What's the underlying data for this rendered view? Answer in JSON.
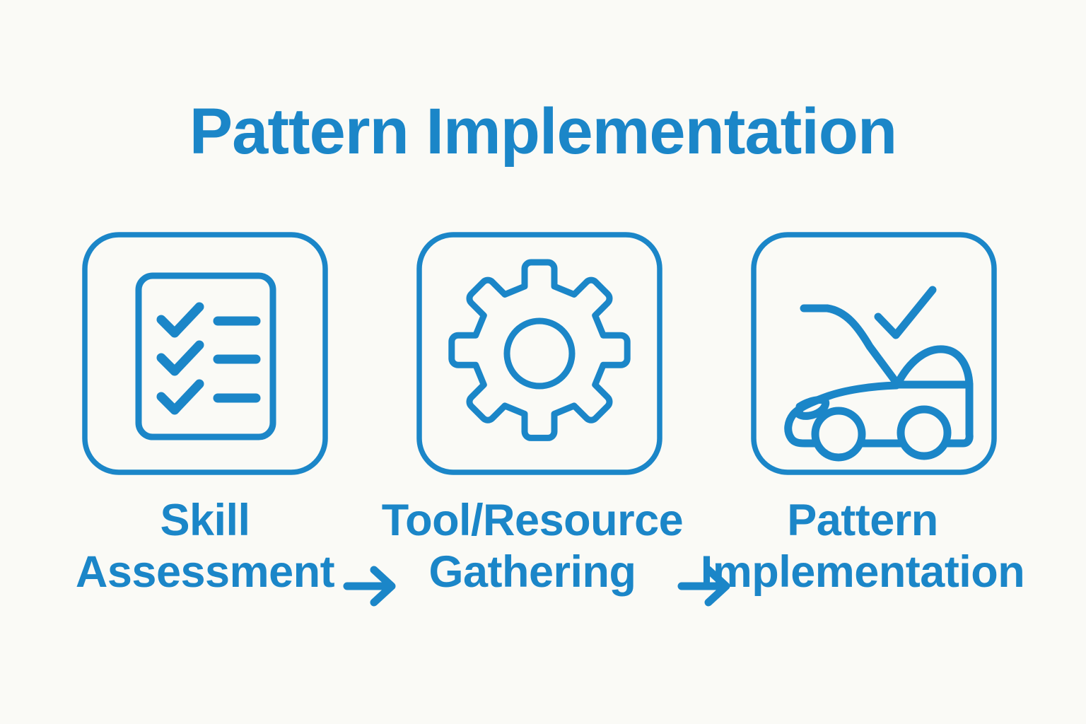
{
  "page": {
    "title": "Pattern Implementation",
    "background_color": "#fafaf6",
    "accent_color": "#1b86c8"
  },
  "steps": [
    {
      "index": 1,
      "icon": "checklist-icon",
      "caption_line1": "Skill",
      "caption_line2": "Assessment",
      "caption_full": "Skill Assessment"
    },
    {
      "index": 2,
      "icon": "gear-icon",
      "caption_line1": "Tool/Resource",
      "caption_line2": "Gathering",
      "caption_full": "Tool/Resource Gathering"
    },
    {
      "index": 3,
      "icon": "car-hood-check-icon",
      "caption_line1": "Pattern",
      "caption_line2": "Implementation",
      "caption_full": "Pattern Implementation"
    }
  ],
  "connectors": [
    {
      "index": 1,
      "icon": "arrow-right-icon",
      "from": "Skill Assessment",
      "to": "Tool/Resource Gathering"
    },
    {
      "index": 2,
      "icon": "arrow-right-icon",
      "from": "Tool/Resource Gathering",
      "to": "Pattern Implementation"
    }
  ]
}
